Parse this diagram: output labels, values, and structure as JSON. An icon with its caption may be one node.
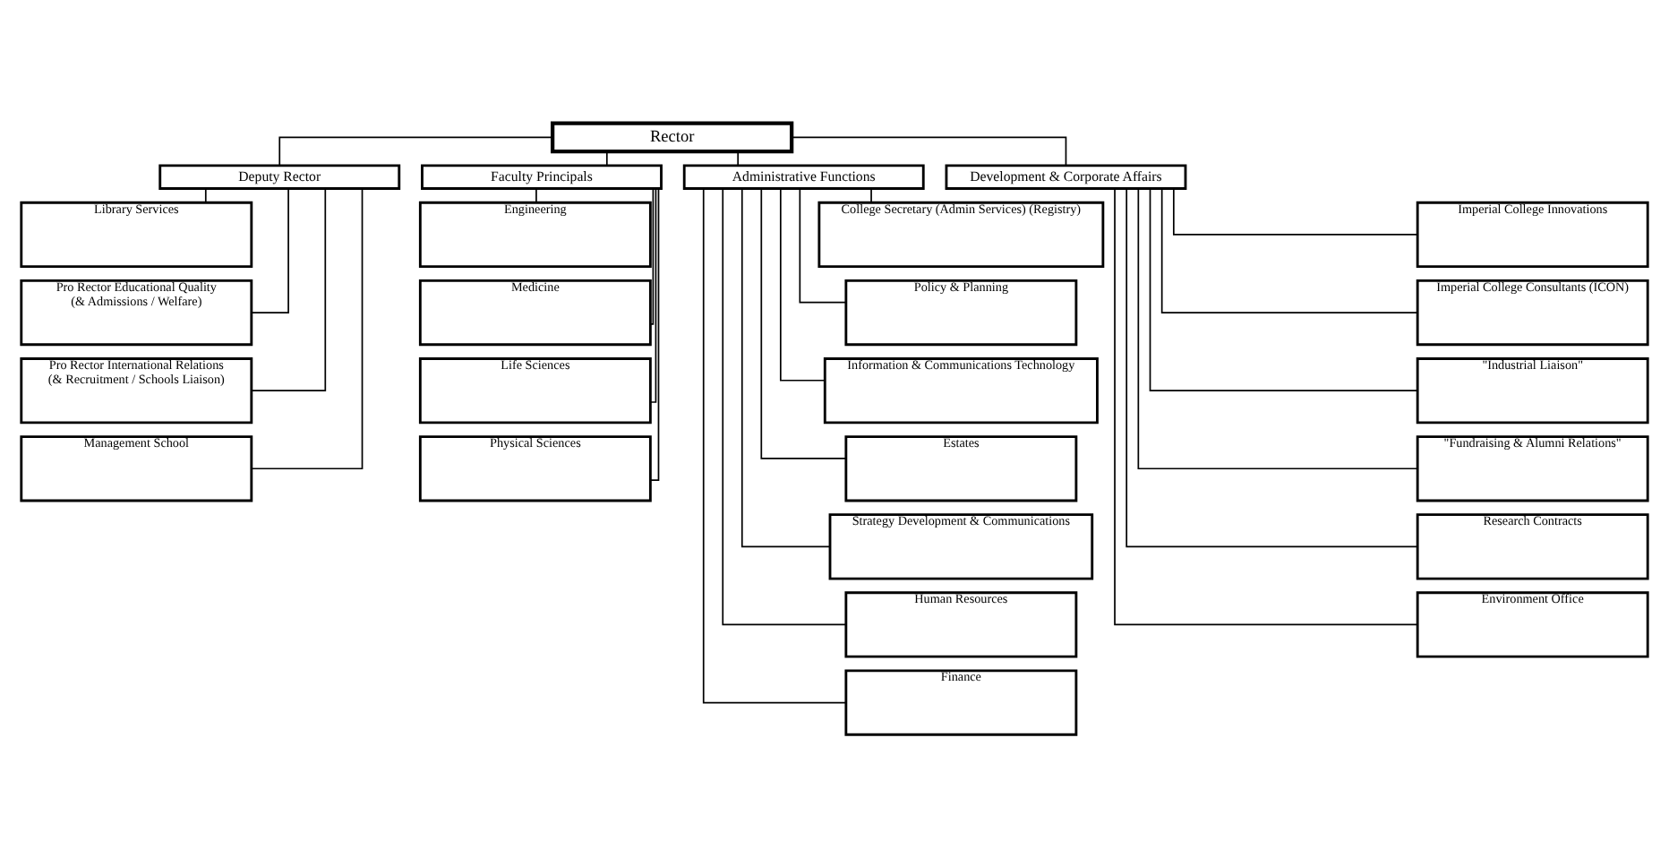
{
  "diagram": {
    "nodes": [
      {
        "text": [
          "Rector"
        ]
      },
      {
        "text": [
          "Deputy Rector"
        ]
      },
      {
        "text": [
          "Faculty Principals"
        ]
      },
      {
        "text": [
          "Administrative Functions"
        ]
      },
      {
        "text": [
          "Development & Corporate Affairs"
        ]
      },
      {
        "text": [
          "Library Services"
        ]
      },
      {
        "text": [
          "Pro Rector Educational Quality",
          "(& Admissions / Welfare)"
        ]
      },
      {
        "text": [
          "Pro Rector International Relations",
          "(& Recruitment / Schools Liaison)"
        ]
      },
      {
        "text": [
          "Management School"
        ]
      },
      {
        "text": [
          "Engineering"
        ]
      },
      {
        "text": [
          "Medicine"
        ]
      },
      {
        "text": [
          "Life Sciences"
        ]
      },
      {
        "text": [
          "Physical Sciences"
        ]
      },
      {
        "text": [
          "College Secretary (Admin Services) (Registry)"
        ]
      },
      {
        "text": [
          "Policy & Planning"
        ]
      },
      {
        "text": [
          "Information & Communications Technology"
        ]
      },
      {
        "text": [
          "Estates"
        ]
      },
      {
        "text": [
          "Strategy Development & Communications"
        ]
      },
      {
        "text": [
          "Human Resources"
        ]
      },
      {
        "text": [
          "Finance"
        ]
      },
      {
        "text": [
          "Imperial College Innovations"
        ]
      },
      {
        "text": [
          "Imperial College Consultants (ICON)"
        ]
      },
      {
        "text": [
          "\"Industrial Liaison\""
        ]
      },
      {
        "text": [
          "\"Fundraising & Alumni Relations\""
        ]
      },
      {
        "text": [
          "Research Contracts"
        ]
      },
      {
        "text": [
          "Environment Office"
        ]
      }
    ],
    "edges": [
      {
        "from": 0,
        "to": 1,
        "arrow": "none"
      },
      {
        "from": 0,
        "to": 2,
        "arrow": "none"
      },
      {
        "from": 0,
        "to": 3,
        "arrow": "none"
      },
      {
        "from": 0,
        "to": 4,
        "arrow": "none"
      },
      {
        "from": 1,
        "to": 5,
        "arrow": "none"
      },
      {
        "from": 1,
        "to": 6,
        "arrow": "none"
      },
      {
        "from": 1,
        "to": 7,
        "arrow": "none"
      },
      {
        "from": 1,
        "to": 8,
        "arrow": "none"
      },
      {
        "from": 2,
        "to": 9,
        "arrow": "none"
      },
      {
        "from": 2,
        "to": 10,
        "arrow": "none"
      },
      {
        "from": 2,
        "to": 11,
        "arrow": "none"
      },
      {
        "from": 2,
        "to": 12,
        "arrow": "none"
      },
      {
        "from": 3,
        "to": 13,
        "arrow": "none"
      },
      {
        "from": 3,
        "to": 14,
        "arrow": "none"
      },
      {
        "from": 3,
        "to": 15,
        "arrow": "none"
      },
      {
        "from": 3,
        "to": 16,
        "arrow": "none"
      },
      {
        "from": 3,
        "to": 17,
        "arrow": "none"
      },
      {
        "from": 3,
        "to": 18,
        "arrow": "none"
      },
      {
        "from": 3,
        "to": 19,
        "arrow": "none"
      },
      {
        "from": 4,
        "to": 20,
        "arrow": "none"
      },
      {
        "from": 4,
        "to": 21,
        "arrow": "none"
      },
      {
        "from": 4,
        "to": 22,
        "arrow": "none"
      },
      {
        "from": 4,
        "to": 23,
        "arrow": "none"
      },
      {
        "from": 4,
        "to": 24,
        "arrow": "none"
      },
      {
        "from": 4,
        "to": 25,
        "arrow": "none"
      }
    ]
  }
}
